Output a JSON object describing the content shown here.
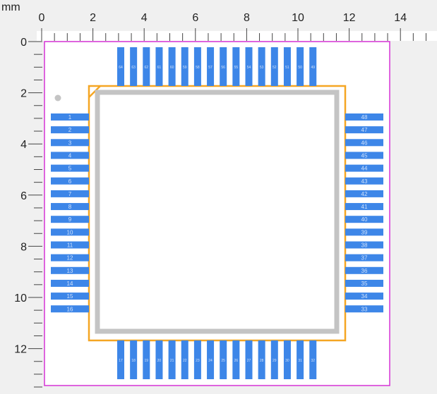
{
  "units_label": "mm",
  "ruler": {
    "x_major_labels": [
      "0",
      "2",
      "4",
      "6",
      "8",
      "10",
      "12",
      "14"
    ],
    "y_major_labels": [
      "0",
      "2",
      "4",
      "6",
      "8",
      "10",
      "12"
    ]
  },
  "colors": {
    "background": "#f0f0f0",
    "board_fill": "#ffffff",
    "board_outline": "#d633d6",
    "pad": "#3d86e8",
    "pad_label": "#cfe1fb",
    "silkscreen": "#f5a623",
    "body_outline": "#c4c4c4",
    "pin1_marker": "#c4c4c4",
    "ruler_text": "#222222",
    "ruler_line": "#444444"
  },
  "package": {
    "pins_per_side": 16,
    "left_pins": [
      "1",
      "2",
      "3",
      "4",
      "5",
      "6",
      "7",
      "8",
      "9",
      "10",
      "11",
      "12",
      "13",
      "14",
      "15",
      "16"
    ],
    "bottom_pins": [
      "17",
      "18",
      "19",
      "20",
      "21",
      "22",
      "23",
      "24",
      "25",
      "26",
      "27",
      "28",
      "29",
      "30",
      "31",
      "32"
    ],
    "right_pins": [
      "48",
      "47",
      "46",
      "45",
      "44",
      "43",
      "42",
      "41",
      "40",
      "39",
      "38",
      "37",
      "36",
      "35",
      "34",
      "33"
    ],
    "top_pins": [
      "64",
      "63",
      "62",
      "61",
      "60",
      "59",
      "58",
      "57",
      "56",
      "55",
      "54",
      "53",
      "52",
      "51",
      "50",
      "49"
    ]
  }
}
